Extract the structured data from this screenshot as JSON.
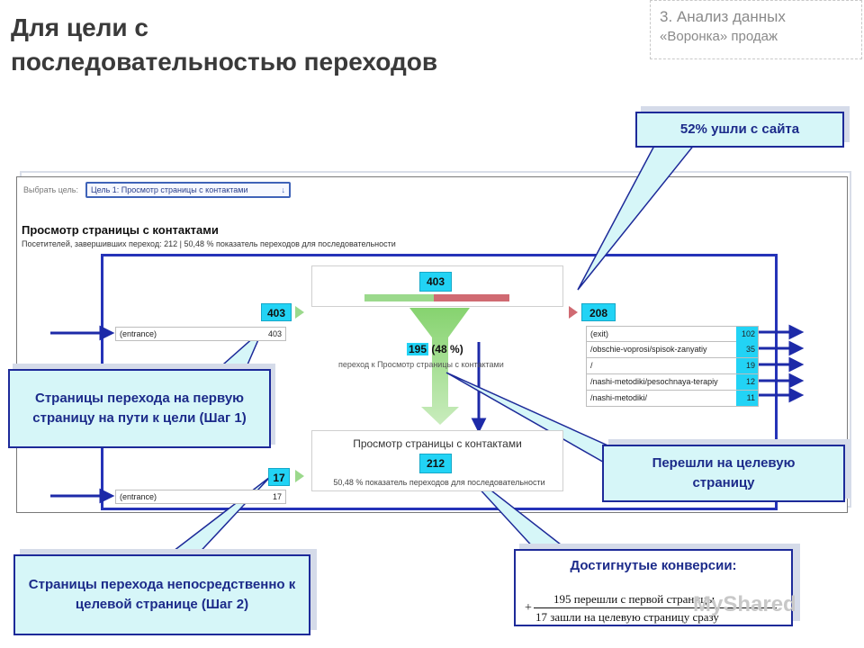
{
  "slide": {
    "title_line1": "Для цели с",
    "title_line2": "последовательностью переходов",
    "section_line1": "3. Анализ данных",
    "section_line2": "«Воронка» продаж"
  },
  "report": {
    "select_label": "Выбрать цель:",
    "select_value": "Цель 1: Просмотр страницы с контактами",
    "goal_title": "Просмотр страницы с контактами",
    "goal_subtitle": "Посетителей, завершивших переход: 212 | 50,48 % показатель переходов для последовательности",
    "step1": {
      "entrance_total": "403",
      "entrance_label": "(entrance)",
      "entrance_value": "403",
      "visitors": "403",
      "proceeded": "195",
      "proceeded_pct": "(48 %)",
      "proceeded_caption": "переход к Просмотр страницы с контактами",
      "exit_total": "208",
      "exits": [
        {
          "page": "(exit)",
          "count": "102"
        },
        {
          "page": "/obschie-voprosi/spisok-zanyatiy",
          "count": "35"
        },
        {
          "page": "/",
          "count": "19"
        },
        {
          "page": "/nashi-metodiki/pesochnaya-terapiy",
          "count": "12"
        },
        {
          "page": "/nashi-metodiki/",
          "count": "11"
        }
      ]
    },
    "step2": {
      "entrance_total": "17",
      "entrance_label": "(entrance)",
      "entrance_value": "17",
      "title": "Просмотр страницы с контактами",
      "conversions": "212",
      "rate_caption": "50,48 % показатель переходов для последовательности"
    }
  },
  "callouts": {
    "left_exit": "52% ушли с сайта",
    "step1_pages": "Страницы перехода на первую страницу на пути к цели (Шаг 1)",
    "goal_pages": "Перешли на целевую страницу",
    "step2_pages": "Страницы перехода непосредственно к целевой странице (Шаг 2)",
    "conversions_title": "Достигнутые конверсии:",
    "formula_line1": "195 перешли с первой страницы",
    "formula_plus": "+",
    "formula_line2": "17 зашли на целевую страницу сразу"
  },
  "watermark": "MyShared",
  "colors": {
    "accent_cyan": "#22d3f5",
    "frame_blue": "#2533b8",
    "callout_fill": "#d6f6f8",
    "funnel_green": "#9bd98c",
    "exit_red": "#d06a72"
  }
}
